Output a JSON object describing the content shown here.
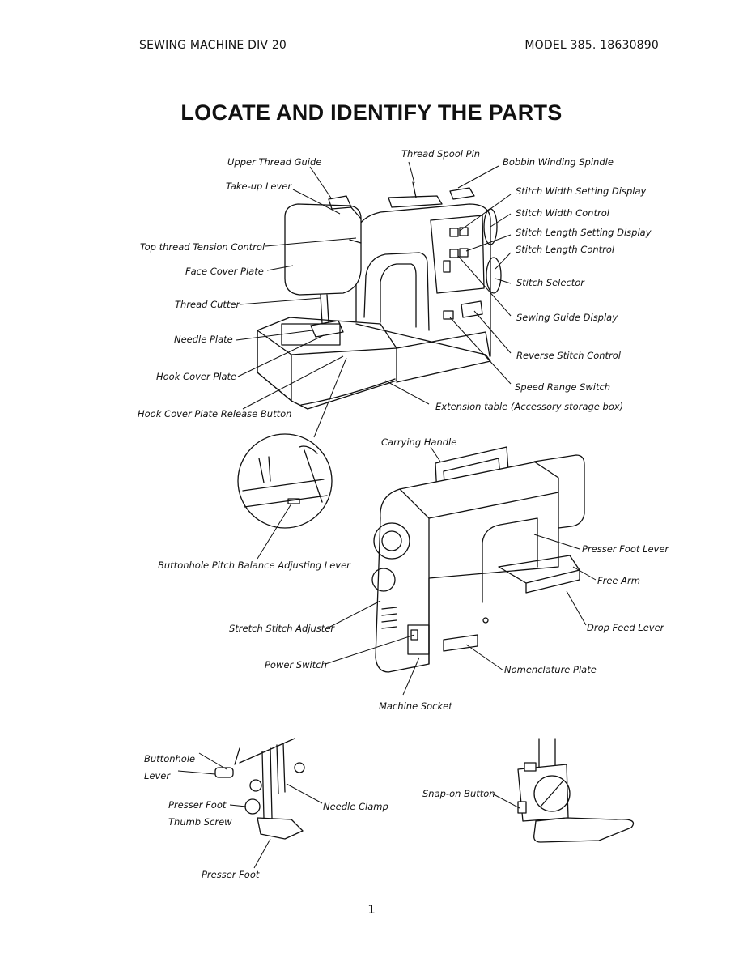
{
  "header": {
    "left": "SEWING MACHINE DIV 20",
    "right": "MODEL 385. 18630890"
  },
  "title": "LOCATE AND IDENTIFY THE PARTS",
  "labels": {
    "upper_thread_guide": "Upper Thread Guide",
    "thread_spool_pin": "Thread Spool Pin",
    "bobbin_winding_spindle": "Bobbin Winding Spindle",
    "take_up_lever": "Take-up Lever",
    "stitch_width_setting_display": "Stitch Width Setting Display",
    "stitch_width_control": "Stitch Width Control",
    "stitch_length_setting_display": "Stitch Length Setting Display",
    "top_thread_tension_control": "Top thread Tension Control",
    "stitch_length_control": "Stitch Length Control",
    "face_cover_plate": "Face Cover Plate",
    "stitch_selector": "Stitch Selector",
    "thread_cutter": "Thread Cutter",
    "sewing_guide_display": "Sewing Guide Display",
    "needle_plate": "Needle Plate",
    "reverse_stitch_control": "Reverse Stitch Control",
    "hook_cover_plate": "Hook Cover Plate",
    "speed_range_switch": "Speed Range Switch",
    "hook_cover_plate_release_button": "Hook Cover Plate Release Button",
    "extension_table": "Extension table (Accessory storage box)",
    "carrying_handle": "Carrying Handle",
    "presser_foot_lever": "Presser Foot Lever",
    "buttonhole_pitch_balance": "Buttonhole Pitch Balance Adjusting Lever",
    "free_arm": "Free Arm",
    "stretch_stitch_adjuster": "Stretch Stitch Adjuster",
    "drop_feed_lever": "Drop Feed Lever",
    "power_switch": "Power Switch",
    "nomenclature_plate": "Nomenclature Plate",
    "machine_socket": "Machine Socket",
    "buttonhole": "Buttonhole",
    "lever": "Lever",
    "presser_foot_line1": "Presser Foot",
    "thumb_screw": "Thumb Screw",
    "needle_clamp": "Needle Clamp",
    "presser_foot": "Presser Foot",
    "snap_on_button": "Snap-on Button"
  },
  "page_number": "1"
}
